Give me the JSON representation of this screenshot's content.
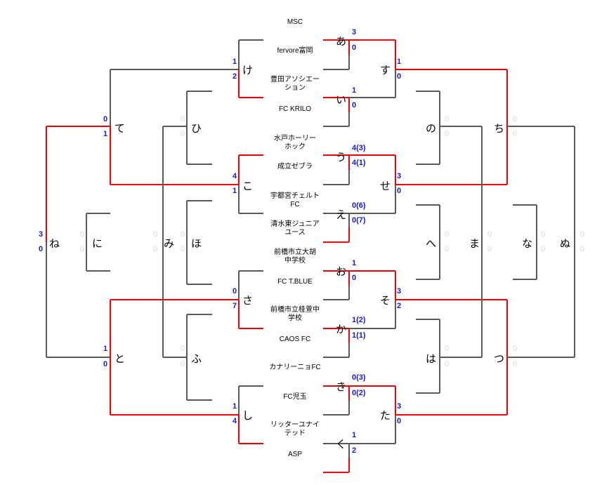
{
  "teams": {
    "msc": "MSC",
    "fervore": "fervore富岡",
    "toyota": "豊田アソシエーション",
    "krilo": "FC KRILO",
    "mito": "水戸ホーリーホック",
    "seiritsu": "成立ゼブラ",
    "utsunomiya": "宇都宮チェルトFC",
    "shimizu": "清水東ジュニアユース",
    "maebashi_taiko": "前橋市立大胡中学校",
    "tblue": "FC T.BLUE",
    "maebashi_keiei": "前橋市立桂萱中学校",
    "caos": "CAOS FC",
    "canary": "カナリーニョFC",
    "kodama": "FC児玉",
    "ritter": "リッターユナイテッド",
    "asp": "ASP"
  },
  "matches": {
    "a": "あ",
    "i": "い",
    "u": "う",
    "e": "え",
    "o": "お",
    "ka": "か",
    "ki": "き",
    "ku": "く",
    "ke": "け",
    "ko": "こ",
    "sa": "さ",
    "shi": "し",
    "su": "す",
    "se": "せ",
    "so": "そ",
    "ta": "た",
    "te": "て",
    "to": "と",
    "chi": "ち",
    "tsu": "つ",
    "ne": "ね",
    "ni": "に",
    "hi": "ひ",
    "ho": "ほ",
    "fu": "ふ",
    "mi": "み",
    "no": "の",
    "he": "へ",
    "ha": "は",
    "ma": "ま",
    "na": "な",
    "nu": "ぬ"
  },
  "scores": {
    "a_top": "3",
    "a_bot": "0",
    "i_top": "1",
    "i_bot": "0",
    "u_top": "4(3)",
    "u_bot": "4(1)",
    "e_top": "0(6)",
    "e_bot": "0(7)",
    "o_top": "1",
    "o_bot": "0",
    "ka_top": "1(2)",
    "ka_bot": "1(1)",
    "ki_top": "0(3)",
    "ki_bot": "0(2)",
    "ku_top": "1",
    "ku_bot": "2",
    "ke_top": "1",
    "ke_bot": "2",
    "ko_top": "4",
    "ko_bot": "1",
    "sa_top": "0",
    "sa_bot": "7",
    "shi_top": "1",
    "shi_bot": "4",
    "su_top": "1",
    "su_bot": "0",
    "se_top": "3",
    "se_bot": "0",
    "so_top": "3",
    "so_bot": "2",
    "ta_top": "3",
    "ta_bot": "0",
    "te_top": "0",
    "te_bot": "1",
    "to_top": "1",
    "to_bot": "0",
    "ne_top": "3",
    "ne_bot": "0",
    "empty": "0"
  },
  "colors": {
    "winner_line": "#e8000b",
    "bracket_line": "#5a5a5a",
    "score": "#1a1acc",
    "empty_score": "#d8d8d8"
  }
}
